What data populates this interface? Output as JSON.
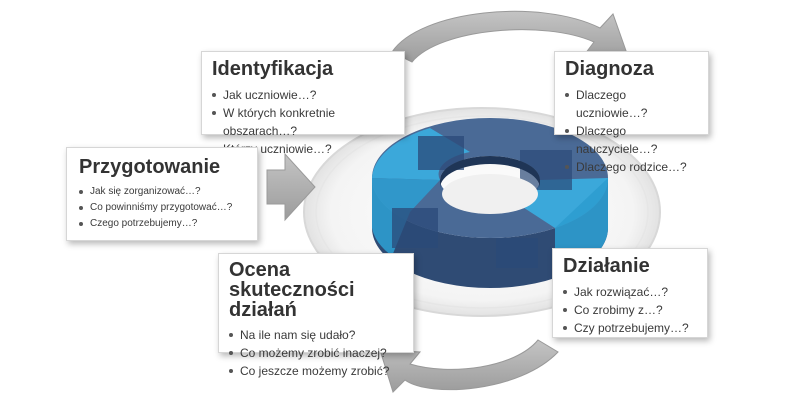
{
  "cards": {
    "identyfikacja": {
      "title": "Identyfikacja",
      "items": [
        "Jak uczniowie…?",
        "W których konkretnie obszarach…?",
        "Którzy uczniowie…?"
      ]
    },
    "diagnoza": {
      "title": "Diagnoza",
      "items": [
        "Dlaczego uczniowie…?",
        "Dlaczego nauczyciele…?",
        "Dlaczego rodzice…?"
      ]
    },
    "przygotowanie": {
      "title": "Przygotowanie",
      "items": [
        "Jak się zorganizować…?",
        "Co powinniśmy przygotować…?",
        "Czego potrzebujemy…?"
      ]
    },
    "ocena": {
      "title_line1": "Ocena skuteczności",
      "title_line2": "działań",
      "items": [
        "Na ile nam się udało?",
        "Co możemy zrobić inaczej?",
        "Co jeszcze możemy zrobić?"
      ]
    },
    "dzialanie": {
      "title": "Działanie",
      "items": [
        "Jak rozwiązać…?",
        "Co zrobimy z…?",
        "Czy potrzebujemy…?"
      ]
    }
  },
  "colors": {
    "ring_dark": "#3f5f8a",
    "ring_light": "#3aaee0",
    "arrow_gray": "#a9a9a9",
    "card_border": "#d6d6d6"
  }
}
